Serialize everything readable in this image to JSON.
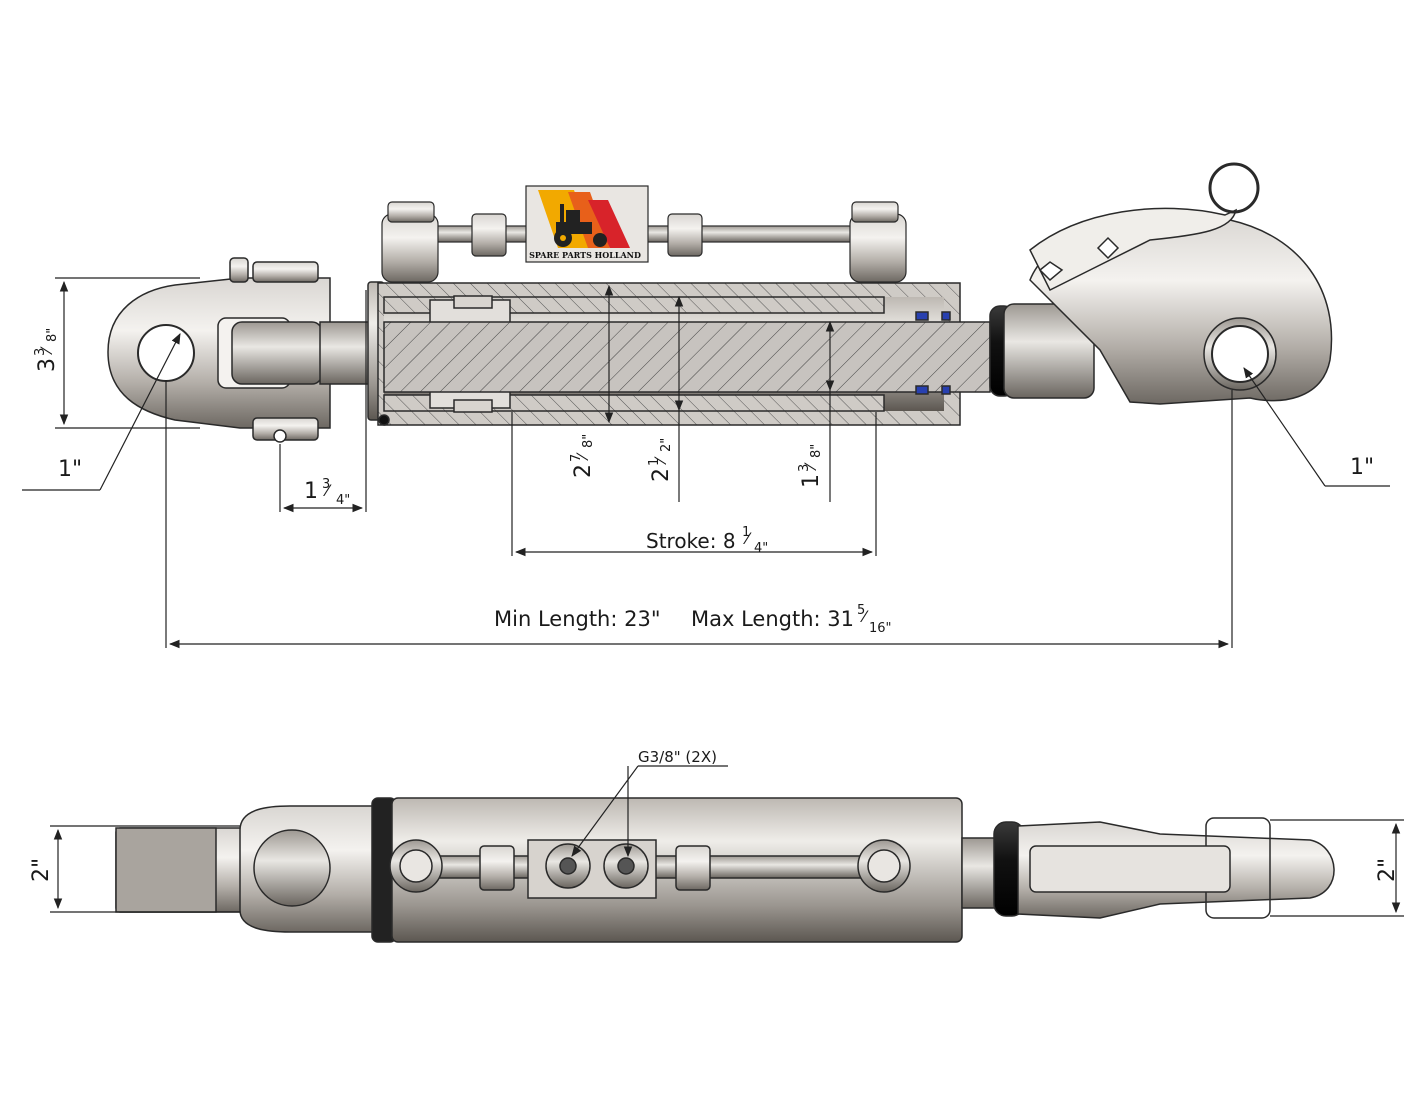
{
  "logo": {
    "text": "SPARE PARTS HOLLAND",
    "colors": {
      "yellow": "#f2a900",
      "orange": "#e8601a",
      "red": "#d8232a"
    }
  },
  "dimensions": {
    "eye_height": {
      "whole": "3",
      "num": "3",
      "den": "8\""
    },
    "pin_left": "1\"",
    "pin_right": "1\"",
    "clevis_depth": {
      "whole": "1",
      "num": "3",
      "den": "4\""
    },
    "bore": {
      "whole": "2",
      "num": "7",
      "den": "8\""
    },
    "tube_inner": {
      "whole": "2",
      "num": "1",
      "den": "2\""
    },
    "rod": {
      "whole": "1",
      "num": "3",
      "den": "8\""
    },
    "stroke": {
      "label": "Stroke: 8",
      "num": "1",
      "den": "4\""
    },
    "min_length": "Min Length: 23\"",
    "max_length": {
      "label": "Max Length: 31",
      "num": "5",
      "den": "16\""
    },
    "ports": "G3/8\" (2X)",
    "width_left": "2\"",
    "width_right": "2\""
  },
  "colors": {
    "metal_light": "#e4e2df",
    "metal_mid": "#b9b5b0",
    "metal_dark": "#5f5a55",
    "outline": "#2a2a2a",
    "seal_blue": "#2840b0",
    "oring_red": "#b8504a"
  }
}
